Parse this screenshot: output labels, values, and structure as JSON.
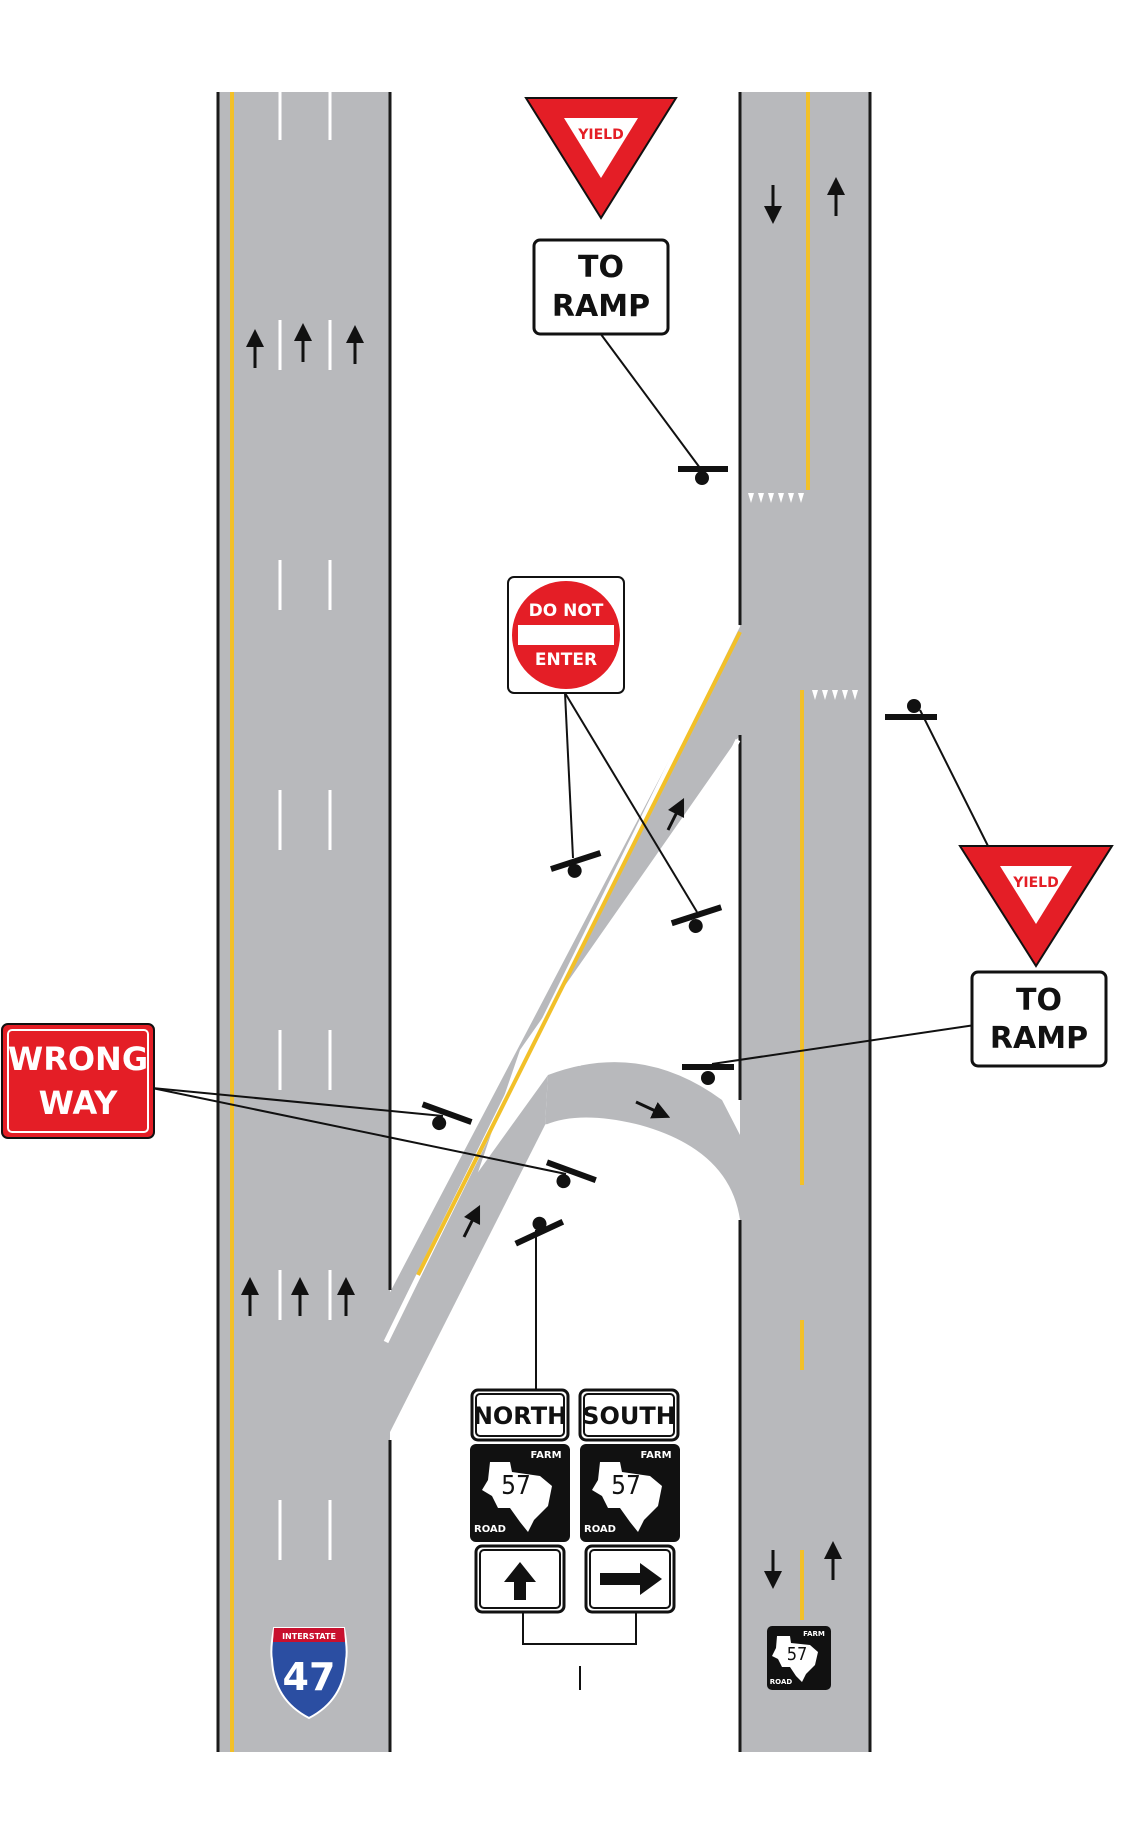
{
  "colors": {
    "road": "#b8b9bc",
    "yellow_line": "#f2c029",
    "white_line": "#ffffff",
    "edge_line": "#1a1a1a",
    "sign_red": "#e41e26",
    "sign_black": "#111111",
    "interstate_blue": "#2b4ea2",
    "interstate_red": "#c8102e"
  },
  "signs": {
    "yield_top": {
      "text": "YIELD"
    },
    "to_ramp_top": {
      "line1": "TO",
      "line2": "RAMP"
    },
    "do_not_enter": {
      "line1": "DO NOT",
      "line2": "ENTER"
    },
    "yield_right": {
      "text": "YIELD"
    },
    "to_ramp_right": {
      "line1": "TO",
      "line2": "RAMP"
    },
    "wrong_way": {
      "line1": "WRONG",
      "line2": "WAY"
    },
    "north_label": "NORTH",
    "south_label": "SOUTH",
    "fm_north": {
      "word1": "FARM",
      "number": "57",
      "word2": "ROAD"
    },
    "fm_south": {
      "word1": "FARM",
      "number": "57",
      "word2": "ROAD"
    },
    "arrow_up": "up-arrow-icon",
    "arrow_right": "right-arrow-icon"
  },
  "route_markers": {
    "interstate": {
      "word": "INTERSTATE",
      "number": "47"
    },
    "farm_road": {
      "word1": "FARM",
      "number": "57",
      "word2": "ROAD"
    }
  }
}
